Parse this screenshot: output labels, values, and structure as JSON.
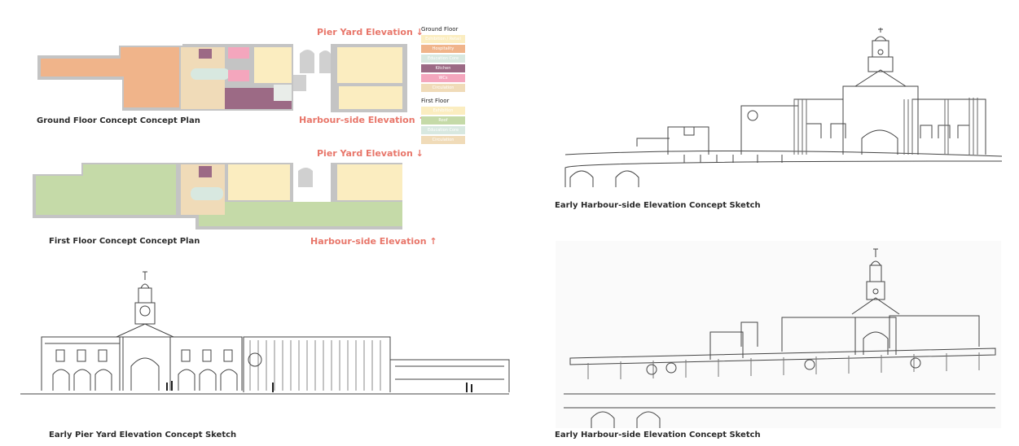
{
  "captions": {
    "ground_plan": "Ground Floor Concept Concept Plan",
    "first_plan": "First Floor Concept Concept Plan",
    "harbour_sketch_top": "Early Harbour-side Elevation Concept Sketch",
    "pier_sketch": "Early Pier Yard Elevation Concept Sketch",
    "harbour_sketch_bottom": "Early Harbour-side Elevation Concept Sketch"
  },
  "elevation_labels": {
    "ground_pier": "Pier Yard Elevation",
    "ground_harbour": "Harbour-side Elevation",
    "first_pier": "Pier Yard Elevation",
    "first_harbour": "Harbour-side Elevation",
    "down_arrow": "↓",
    "up_arrow": "↑"
  },
  "legend": {
    "ground_title": "Ground Floor",
    "ground_items": [
      {
        "label": "Exhibition / Retail",
        "color": "#fbedc0"
      },
      {
        "label": "Hospitality",
        "color": "#f0b48a"
      },
      {
        "label": "Education Core",
        "color": "#d8e8e0"
      },
      {
        "label": "Kitchen",
        "color": "#9c6a85"
      },
      {
        "label": "WCs",
        "color": "#f4a6bd"
      },
      {
        "label": "Circulation",
        "color": "#f0dbb8"
      }
    ],
    "first_title": "First Floor",
    "first_items": [
      {
        "label": "Exhibition",
        "color": "#fbedc0"
      },
      {
        "label": "Roof",
        "color": "#c5daa8"
      },
      {
        "label": "Education Core",
        "color": "#d8e8e0"
      },
      {
        "label": "Circulation",
        "color": "#f0dbb8"
      }
    ]
  },
  "colors": {
    "accent": "#e8766a",
    "wall": "#b8b8b8"
  }
}
